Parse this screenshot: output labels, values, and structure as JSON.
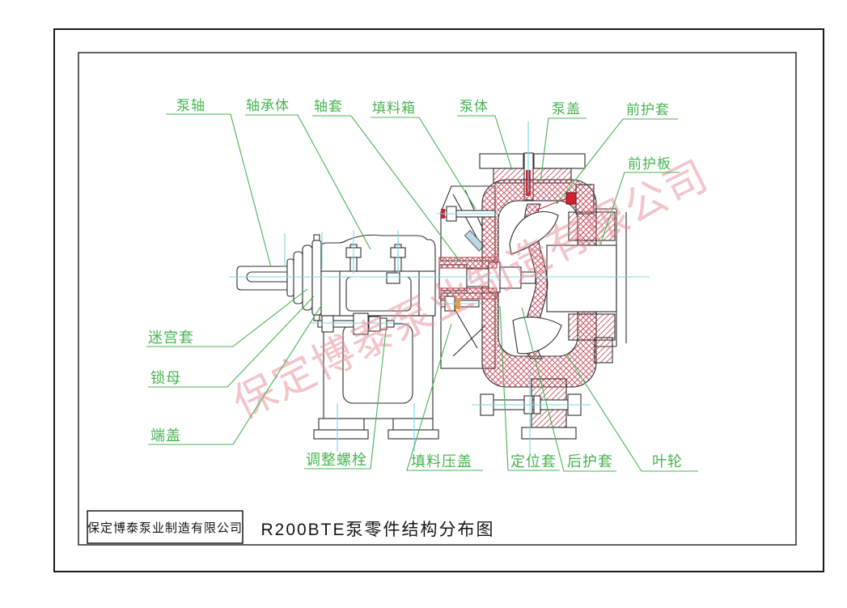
{
  "page": {
    "background": "#ffffff",
    "outer_frame_color": "#1a1a1a",
    "inner_frame_color": "#3a3a3a"
  },
  "title_block": {
    "company": "保定博泰泵业制造有限公司",
    "drawing_title": "R200BTE泵零件结构分布图"
  },
  "watermark": {
    "text": "保定博泰泵业制造有限公司",
    "color": "#e98a96"
  },
  "colors": {
    "label_green": "#46b450",
    "centerline_cyan": "#78d7e6",
    "hatch_red": "#c34b5a",
    "solid_red": "#cd2332",
    "accent_orange": "#e8a020",
    "outline": "#2f2f2f"
  },
  "diagram": {
    "type": "pump-cross-section",
    "model": "R200BTE",
    "labels": [
      {
        "id": "pump-shaft",
        "text": "泵轴"
      },
      {
        "id": "bearing-housing",
        "text": "轴承体"
      },
      {
        "id": "shaft-sleeve",
        "text": "轴套"
      },
      {
        "id": "stuffing-box",
        "text": "填料箱"
      },
      {
        "id": "pump-body",
        "text": "泵体"
      },
      {
        "id": "pump-cover",
        "text": "泵盖"
      },
      {
        "id": "front-liner",
        "text": "前护套"
      },
      {
        "id": "front-guard-plate",
        "text": "前护板"
      },
      {
        "id": "labyrinth-sleeve",
        "text": "迷宫套"
      },
      {
        "id": "lock-nut",
        "text": "锁母"
      },
      {
        "id": "end-cover",
        "text": "端盖"
      },
      {
        "id": "adjusting-bolt",
        "text": "调整螺栓"
      },
      {
        "id": "packing-gland",
        "text": "填料压盖"
      },
      {
        "id": "positioning-sleeve",
        "text": "定位套"
      },
      {
        "id": "rear-liner",
        "text": "后护套"
      },
      {
        "id": "impeller",
        "text": "叶轮"
      }
    ]
  }
}
